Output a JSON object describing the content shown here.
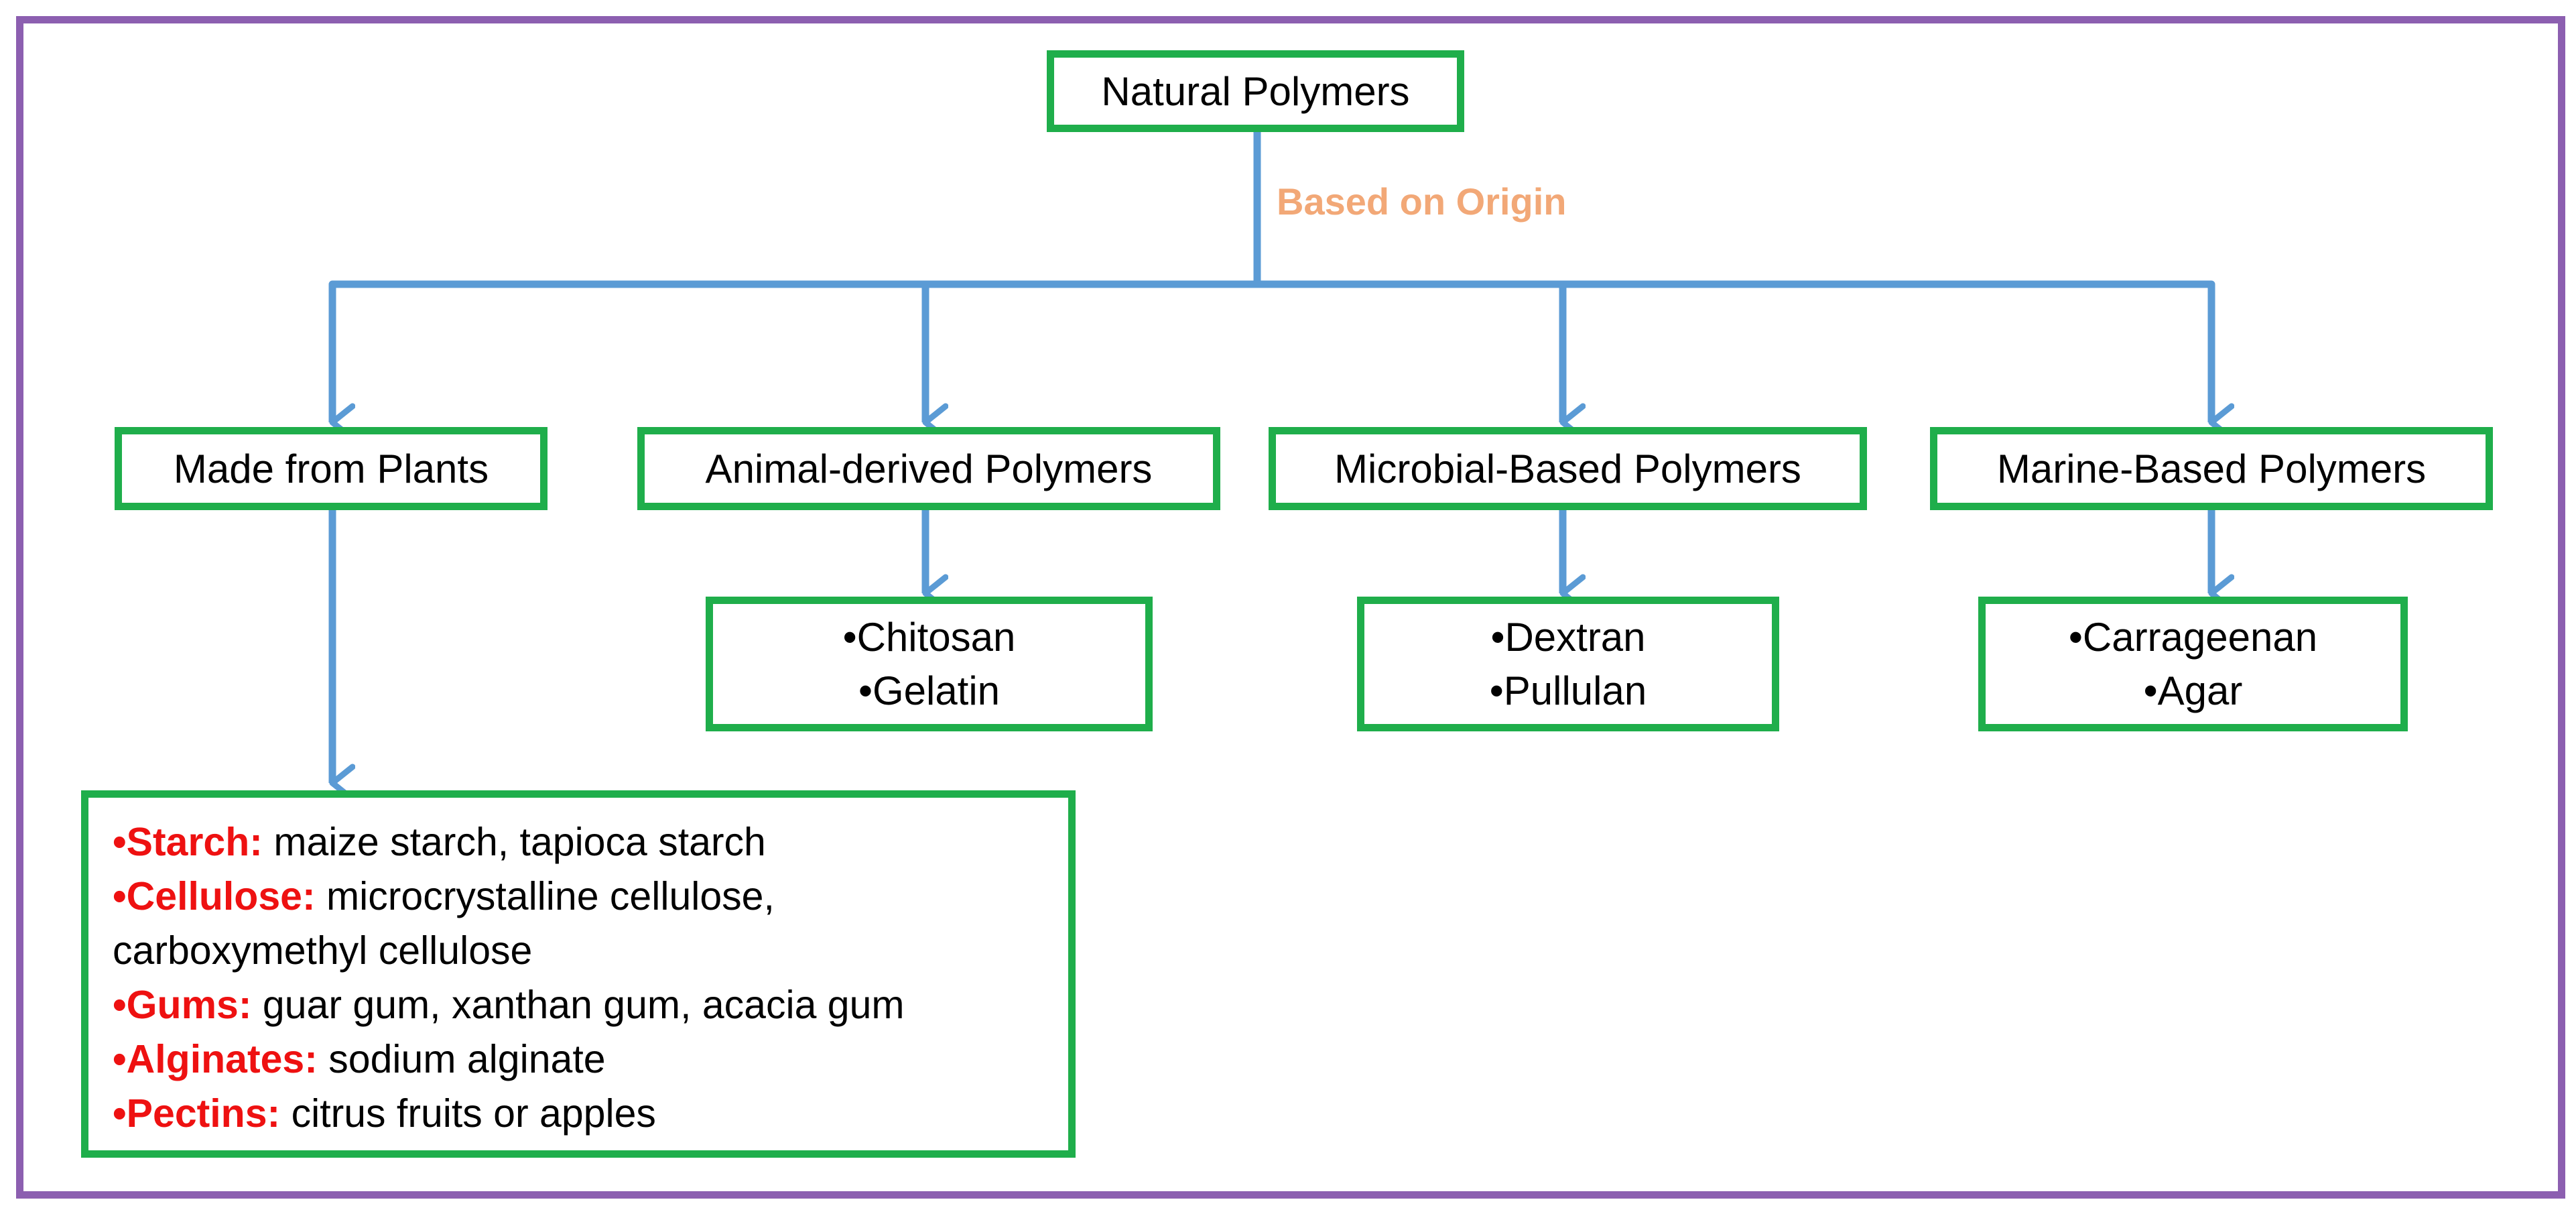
{
  "root": {
    "label": "Natural Polymers"
  },
  "connector_label": "Based on Origin",
  "categories": [
    {
      "label": "Made from Plants"
    },
    {
      "label": "Animal-derived Polymers",
      "items": [
        "•Chitosan",
        "•Gelatin"
      ]
    },
    {
      "label": "Microbial-Based Polymers",
      "items": [
        "•Dextran",
        "•Pullulan"
      ]
    },
    {
      "label": "Marine-Based Polymers",
      "items": [
        "•Carrageenan",
        "•Agar"
      ]
    }
  ],
  "plant_sources": [
    {
      "term": "•Starch:",
      "text": " maize starch, tapioca starch"
    },
    {
      "term": "•Cellulose:",
      "text": " microcrystalline cellulose,"
    },
    {
      "term": "",
      "text": "carboxymethyl cellulose"
    },
    {
      "term": "•Gums:",
      "text": " guar gum, xanthan gum, acacia gum"
    },
    {
      "term": "•Alginates:",
      "text": " sodium alginate"
    },
    {
      "term": "•Pectins:",
      "text": " citrus fruits or apples"
    }
  ],
  "colors": {
    "frame": "#8c5fb0",
    "box_border": "#1fae4b",
    "connector": "#5b9bd5",
    "origin_label": "#f2a877",
    "term": "#ee1111"
  }
}
